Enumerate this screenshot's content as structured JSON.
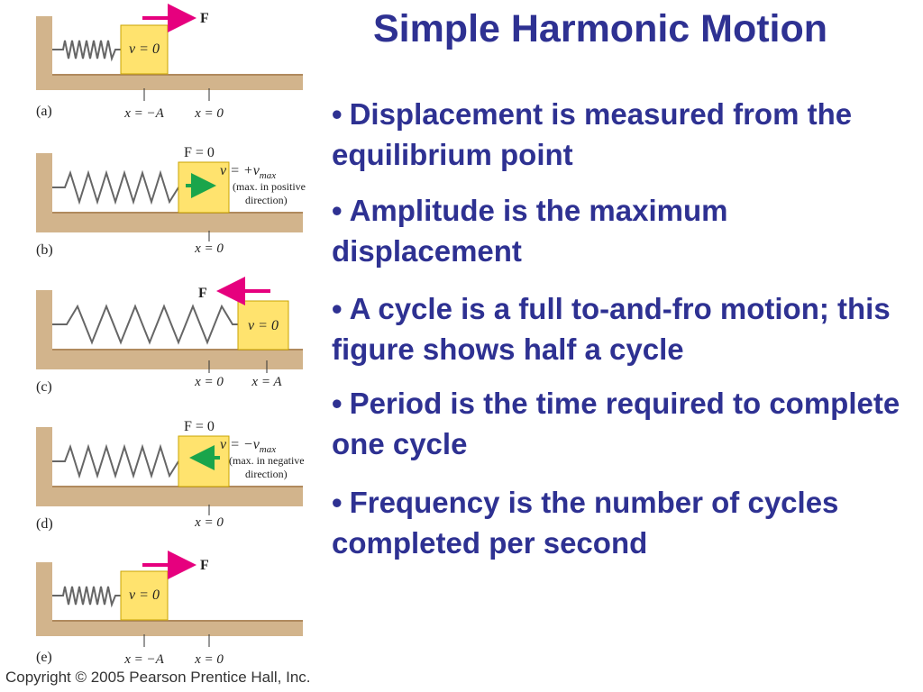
{
  "slide": {
    "title": "Simple Harmonic Motion",
    "bullets": [
      "Displacement is measured from the equilibrium point",
      "Amplitude is the maximum displacement",
      "A cycle is a full to-and-fro motion; this figure shows half a cycle",
      "Period is the time required to complete one cycle",
      "Frequency is the number of cycles completed per second"
    ],
    "copyright": "Copyright © 2005 Pearson Prentice Hall, Inc."
  },
  "figure": {
    "panels": [
      {
        "label": "(a)",
        "block_text": "v = 0",
        "force_label": "F",
        "positions": [
          "x = −A",
          "x = 0"
        ]
      },
      {
        "label": "(b)",
        "force_label": "F = 0",
        "velocity_label": "v = +v",
        "velocity_sub": "max",
        "note_lines": [
          "(max. in positive",
          "direction)"
        ],
        "positions": [
          "x = 0"
        ]
      },
      {
        "label": "(c)",
        "block_text": "v = 0",
        "force_label": "F",
        "positions": [
          "x = 0",
          "x = A"
        ]
      },
      {
        "label": "(d)",
        "force_label": "F = 0",
        "velocity_label": "v = −v",
        "velocity_sub": "max",
        "note_lines": [
          "(max. in negative",
          "direction)"
        ],
        "positions": [
          "x = 0"
        ]
      },
      {
        "label": "(e)",
        "block_text": "v = 0",
        "force_label": "F",
        "positions": [
          "x = −A",
          "x = 0"
        ]
      }
    ],
    "colors": {
      "wall": "#d2b48c",
      "block": "#ffe36e",
      "force_arrow": "#e6007e",
      "velocity_arrow": "#1aa54b",
      "text_blue": "#2e3192"
    }
  }
}
